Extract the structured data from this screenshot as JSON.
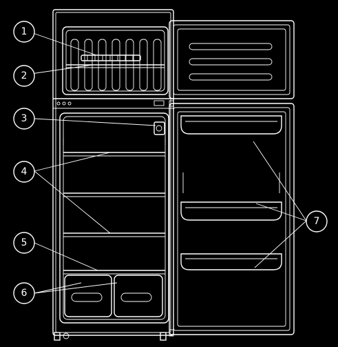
{
  "colors": {
    "background": "#000000",
    "line": "#ffffff"
  },
  "callouts": [
    {
      "id": "1",
      "label": "1"
    },
    {
      "id": "2",
      "label": "2"
    },
    {
      "id": "3",
      "label": "3"
    },
    {
      "id": "4",
      "label": "4"
    },
    {
      "id": "5",
      "label": "5"
    },
    {
      "id": "6",
      "label": "6"
    },
    {
      "id": "7",
      "label": "7"
    }
  ]
}
